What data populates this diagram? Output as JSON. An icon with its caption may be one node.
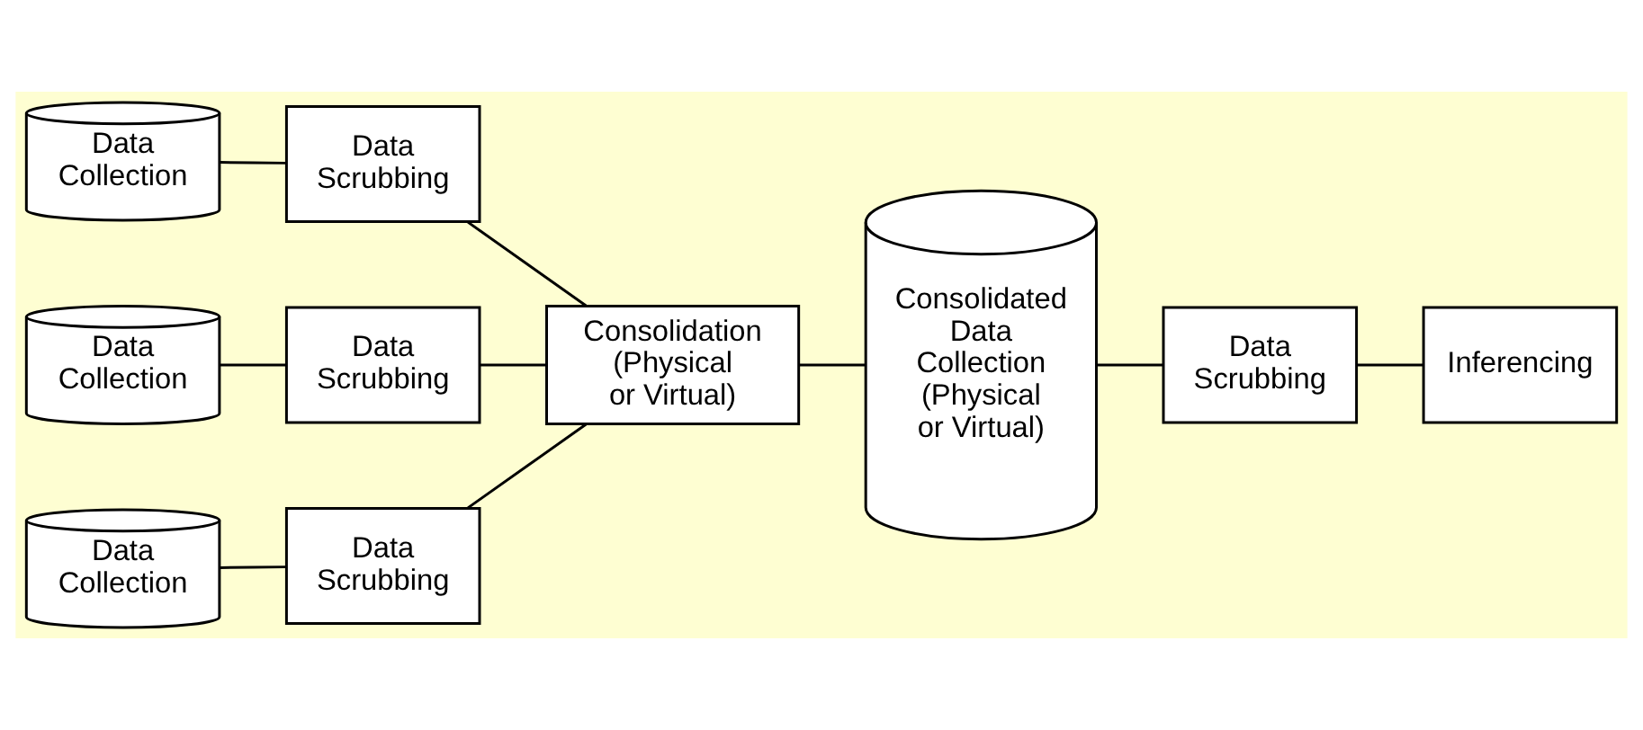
{
  "diagram": {
    "nodes": [
      {
        "text": [
          "Data Collection"
        ]
      },
      {
        "text": [
          "Data Scrubbing"
        ]
      },
      {
        "text": [
          "Data Collection"
        ]
      },
      {
        "text": [
          "Data Scrubbing"
        ]
      },
      {
        "text": [
          "Data Collection"
        ]
      },
      {
        "text": [
          "Data Scrubbing"
        ]
      },
      {
        "text": [
          "Consolidation (Physical or Virtual)"
        ]
      },
      {
        "text": [
          "Consolidated Data Collection (Physical or Virtual)"
        ]
      },
      {
        "text": [
          "Data Scrubbing"
        ]
      },
      {
        "text": [
          "Inferencing"
        ]
      }
    ],
    "edges": [
      {
        "from": 0,
        "to": 1,
        "arrow": "none"
      },
      {
        "from": 1,
        "to": 6,
        "arrow": "none"
      },
      {
        "from": 2,
        "to": 3,
        "arrow": "none"
      },
      {
        "from": 3,
        "to": 6,
        "arrow": "none"
      },
      {
        "from": 4,
        "to": 5,
        "arrow": "none"
      },
      {
        "from": 5,
        "to": 6,
        "arrow": "none"
      },
      {
        "from": 6,
        "to": 7,
        "arrow": "none"
      },
      {
        "from": 7,
        "to": 8,
        "arrow": "none"
      },
      {
        "from": 8,
        "to": 9,
        "arrow": "none"
      }
    ]
  }
}
